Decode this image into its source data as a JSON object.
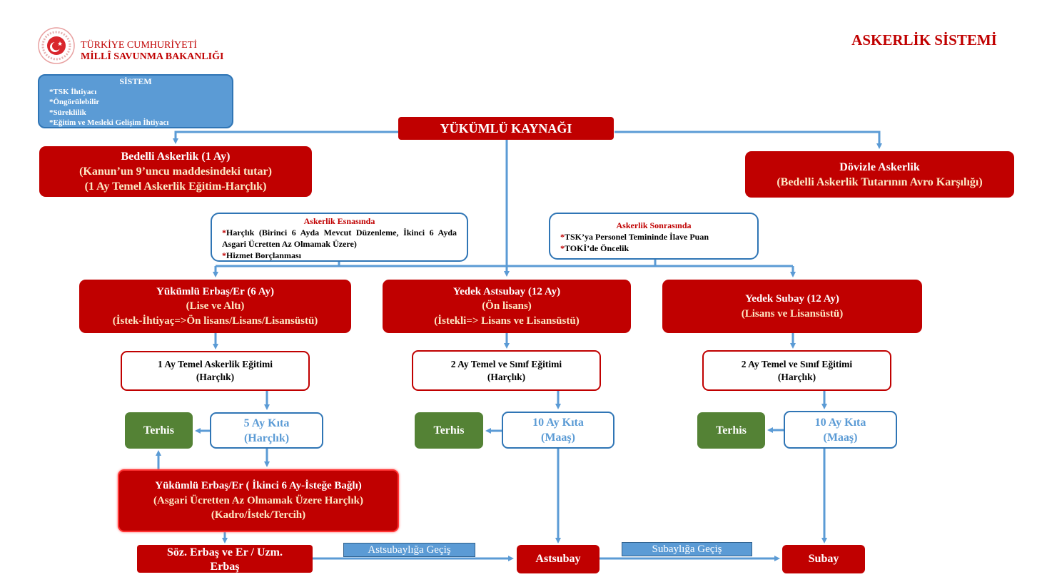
{
  "header": {
    "org_line1": "TÜRKİYE CUMHURİYETİ",
    "org_line2": "MİLLÎ SAVUNMA BAKANLIĞI",
    "title": "ASKERLİK SİSTEMİ"
  },
  "colors": {
    "primary_red": "#c00000",
    "accent_blue": "#5b9bd5",
    "border_blue": "#2f75b5",
    "green": "#548235",
    "cream_text": "#fde9c4"
  },
  "sistem": {
    "title": "SİSTEM",
    "items": [
      "*TSK İhtiyacı",
      "*Öngörülebilir",
      "*Süreklilik",
      "*Eğitim ve Mesleki Gelişim İhtiyacı"
    ]
  },
  "source": {
    "label": "YÜKÜMLÜ KAYNAĞI"
  },
  "bedelli": {
    "title": "Bedelli Askerlik (1 Ay)",
    "line2": "(Kanun’un 9’uncu maddesindeki tutar)",
    "line3": "(1 Ay Temel Askerlik Eğitim-Harçlık)"
  },
  "dovizle": {
    "title": "Dövizle Askerlik",
    "line2": "(Bedelli Askerlik Tutarının Avro  Karşılığı)"
  },
  "esnasinda": {
    "title": "Askerlik Esnasında",
    "item1": "Harçlık (Birinci 6 Ayda Mevcut Düzenleme, İkinci 6 Ayda Asgari Ücretten Az  Olmamak Üzere)",
    "item2": "Hizmet Borçlanması"
  },
  "sonrasinda": {
    "title": "Askerlik Sonrasında",
    "item1": "TSK’ya Personel Temininde İlave Puan",
    "item2": "TOKİ’de Öncelik"
  },
  "erbas": {
    "title": "Yükümlü Erbaş/Er (6 Ay)",
    "line2": "(Lise ve Altı)",
    "line3": "(İstek-İhtiyaç=>Ön lisans/Lisans/Lisansüstü)",
    "training_line1": "1 Ay Temel Askerlik Eğitimi",
    "training_line2": "(Harçlık)",
    "duty_line1": "5 Ay Kıta",
    "duty_line2": "(Harçlık)",
    "discharge": "Terhis",
    "second": {
      "title": "Yükümlü Erbaş/Er ( İkinci 6 Ay-İsteğe Bağlı)",
      "line2": "(Asgari Ücretten Az Olmamak Üzere Harçlık)",
      "line3": "(Kadro/İstek/Tercih)"
    },
    "final_line1": "Söz. Erbaş ve Er / Uzm.",
    "final_line2": "Erbaş"
  },
  "astsubay": {
    "title": "Yedek Astsubay (12 Ay)",
    "line2": "(Ön lisans)",
    "line3": "(İstekli=> Lisans  ve Lisansüstü)",
    "training_line1": "2 Ay Temel  ve Sınıf Eğitimi",
    "training_line2": "(Harçlık)",
    "duty_line1": "10 Ay Kıta",
    "duty_line2": "(Maaş)",
    "discharge": "Terhis",
    "final": "Astsubay"
  },
  "subay": {
    "title": "Yedek Subay (12 Ay)",
    "line2": "(Lisans ve Lisansüstü)",
    "training_line1": "2 Ay Temel  ve Sınıf Eğitimi",
    "training_line2": "(Harçlık)",
    "duty_line1": "10 Ay Kıta",
    "duty_line2": "(Maaş)",
    "discharge": "Terhis",
    "final": "Subay"
  },
  "transitions": {
    "to_astsubay": "Astsubaylığa Geçiş",
    "to_subay": "Subaylığa Geçiş"
  }
}
